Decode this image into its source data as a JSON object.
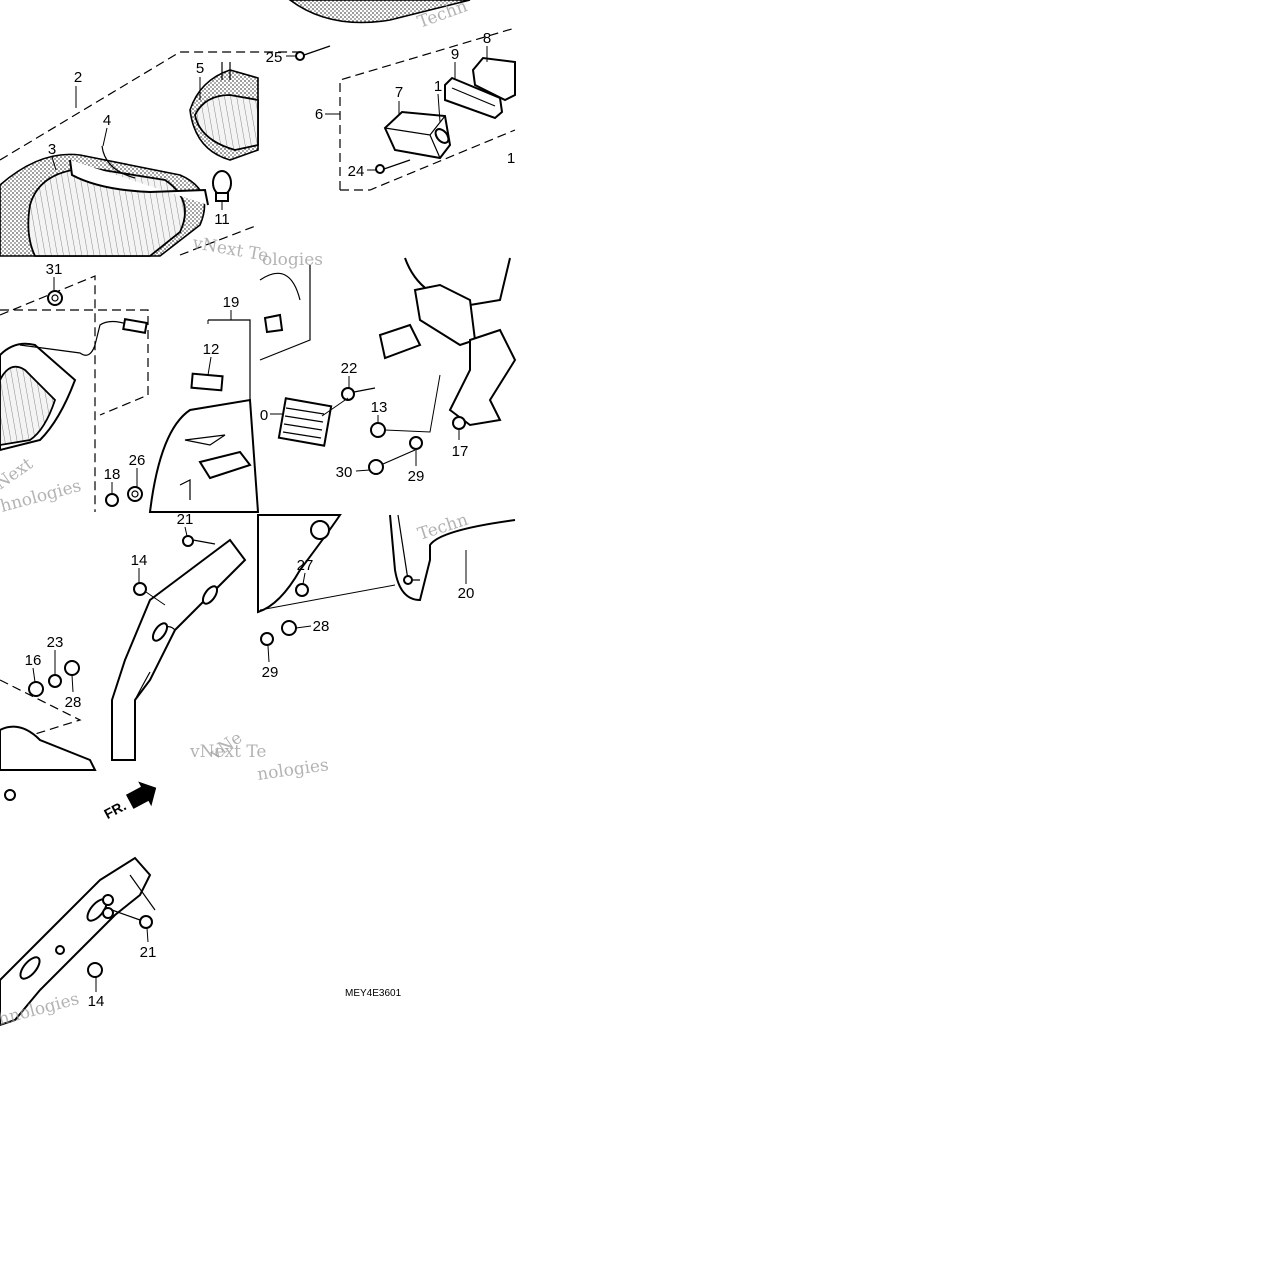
{
  "diagram": {
    "code": "MEY4E3601",
    "direction_marker": "FR.",
    "watermark_texts": [
      "vNext Technologies",
      "Techn",
      "vNext Te",
      "ologies",
      "Next",
      "hnologies",
      "vNe",
      "vNext Te",
      "nologies",
      "Techn"
    ],
    "callouts": [
      {
        "id": "c-25",
        "label": "25"
      },
      {
        "id": "c-9",
        "label": "9"
      },
      {
        "id": "c-8",
        "label": "8"
      },
      {
        "id": "c-2",
        "label": "2"
      },
      {
        "id": "c-5",
        "label": "5"
      },
      {
        "id": "c-7",
        "label": "7"
      },
      {
        "id": "c-1a",
        "label": "1"
      },
      {
        "id": "c-6",
        "label": "6"
      },
      {
        "id": "c-4",
        "label": "4"
      },
      {
        "id": "c-3",
        "label": "3"
      },
      {
        "id": "c-24",
        "label": "24"
      },
      {
        "id": "c-1b",
        "label": "1"
      },
      {
        "id": "c-11",
        "label": "11"
      },
      {
        "id": "c-31",
        "label": "31"
      },
      {
        "id": "c-19",
        "label": "19"
      },
      {
        "id": "c-12",
        "label": "12"
      },
      {
        "id": "c-22",
        "label": "22"
      },
      {
        "id": "c-0",
        "label": "0"
      },
      {
        "id": "c-13",
        "label": "13"
      },
      {
        "id": "c-17",
        "label": "17"
      },
      {
        "id": "c-30",
        "label": "30"
      },
      {
        "id": "c-29a",
        "label": "29"
      },
      {
        "id": "c-18",
        "label": "18"
      },
      {
        "id": "c-26",
        "label": "26"
      },
      {
        "id": "c-21a",
        "label": "21"
      },
      {
        "id": "c-14a",
        "label": "14"
      },
      {
        "id": "c-27",
        "label": "27"
      },
      {
        "id": "c-20",
        "label": "20"
      },
      {
        "id": "c-28a",
        "label": "28"
      },
      {
        "id": "c-23",
        "label": "23"
      },
      {
        "id": "c-16",
        "label": "16"
      },
      {
        "id": "c-28b",
        "label": "28"
      },
      {
        "id": "c-29b",
        "label": "29"
      },
      {
        "id": "c-21b",
        "label": "21"
      },
      {
        "id": "c-14b",
        "label": "14"
      }
    ]
  }
}
